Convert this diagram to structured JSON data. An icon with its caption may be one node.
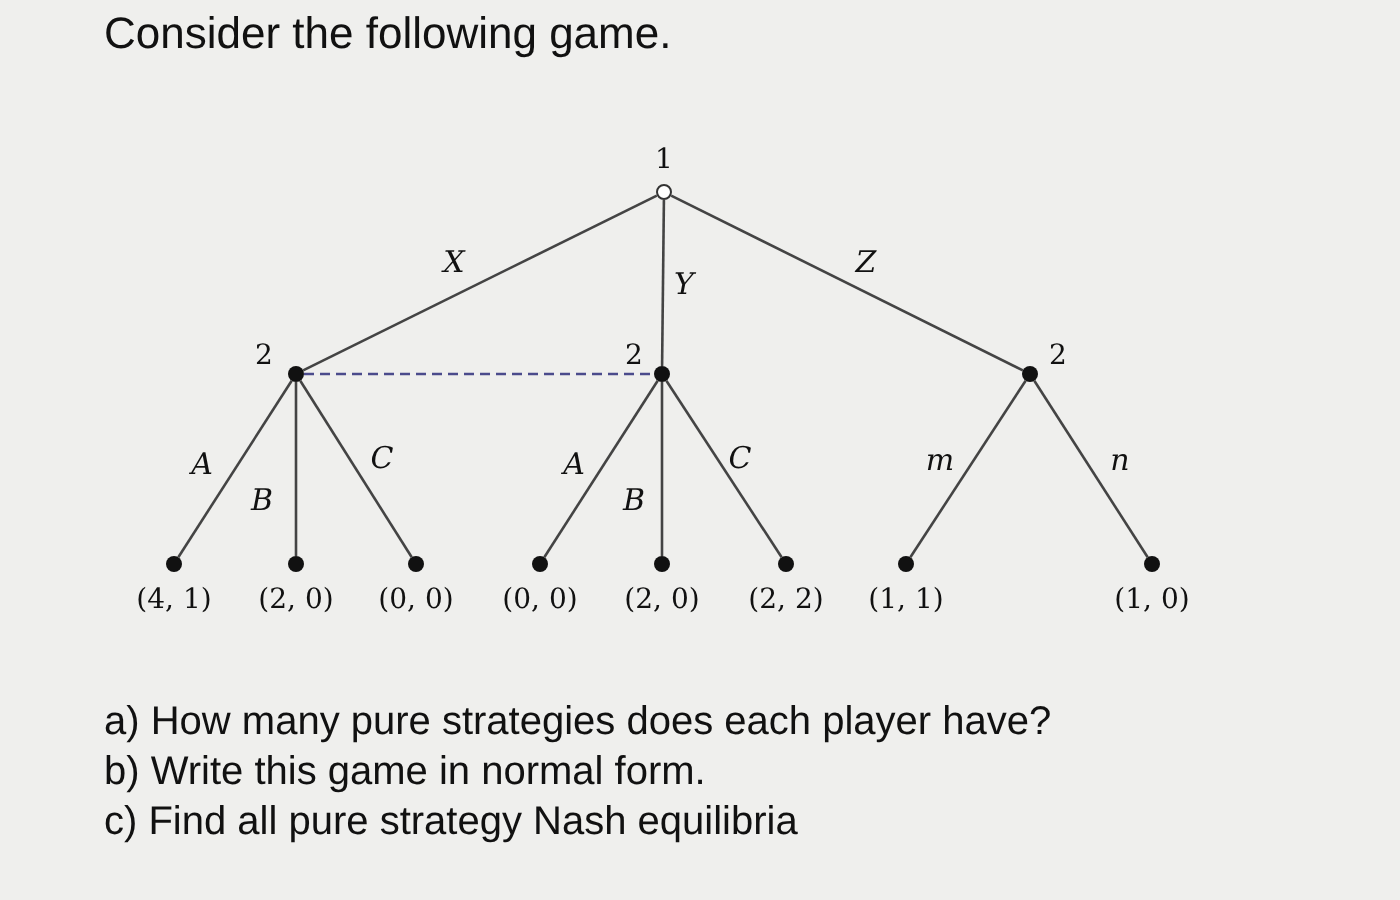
{
  "diagram": {
    "title": "Consider the following game.",
    "nodes": [
      {
        "text": [],
        "shape": "circle",
        "beside": [
          "1"
        ]
      },
      {
        "text": [],
        "shape": "circle",
        "beside": [
          "2"
        ]
      },
      {
        "text": [],
        "shape": "circle",
        "beside": [
          "2"
        ]
      },
      {
        "text": [],
        "shape": "circle",
        "beside": [
          "2"
        ]
      },
      {
        "text": [],
        "shape": "circle",
        "beside": [
          "(4, 1)"
        ]
      },
      {
        "text": [],
        "shape": "circle",
        "beside": [
          "(2, 0)"
        ]
      },
      {
        "text": [],
        "shape": "circle",
        "beside": [
          "(0, 0)"
        ]
      },
      {
        "text": [],
        "shape": "circle",
        "beside": [
          "(0, 0)"
        ]
      },
      {
        "text": [],
        "shape": "circle",
        "beside": [
          "(2, 0)"
        ]
      },
      {
        "text": [],
        "shape": "circle",
        "beside": [
          "(2, 2)"
        ]
      },
      {
        "text": [],
        "shape": "circle",
        "beside": [
          "(1, 1)"
        ]
      },
      {
        "text": [],
        "shape": "circle",
        "beside": [
          "(1, 0)"
        ]
      }
    ],
    "edges": [
      {
        "from": 0,
        "to": 1,
        "arrow": "none",
        "label": "X"
      },
      {
        "from": 0,
        "to": 2,
        "arrow": "none",
        "label": "Y"
      },
      {
        "from": 0,
        "to": 3,
        "arrow": "none",
        "label": "Z"
      },
      {
        "from": 1,
        "to": 2,
        "arrow": "none",
        "style": "dashed",
        "color": "#4b4b8c"
      },
      {
        "from": 1,
        "to": 4,
        "arrow": "none",
        "label": "A"
      },
      {
        "from": 1,
        "to": 5,
        "arrow": "none",
        "label": "B"
      },
      {
        "from": 1,
        "to": 6,
        "arrow": "none",
        "label": "C"
      },
      {
        "from": 2,
        "to": 7,
        "arrow": "none",
        "label": "A"
      },
      {
        "from": 2,
        "to": 8,
        "arrow": "none",
        "label": "B"
      },
      {
        "from": 2,
        "to": 9,
        "arrow": "none",
        "label": "C"
      },
      {
        "from": 3,
        "to": 10,
        "arrow": "none",
        "label": "m"
      },
      {
        "from": 3,
        "to": 11,
        "arrow": "none",
        "label": "n"
      }
    ],
    "labels": [
      "a) How many pure strategies does each player have?",
      "b) Write this game in normal form.",
      "c) Find all pure strategy Nash equilibria"
    ]
  }
}
